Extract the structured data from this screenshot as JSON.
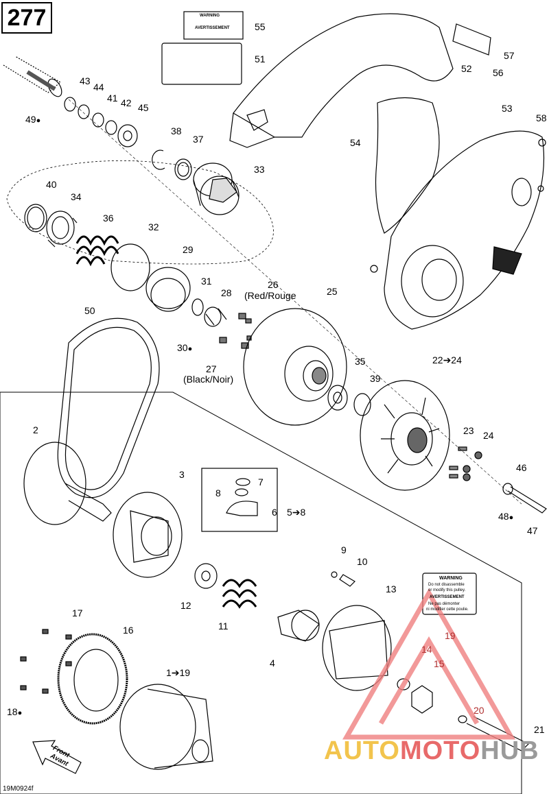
{
  "page_number": "277",
  "drawing_code": "19M0924f",
  "callouts": {
    "c2": "2",
    "c3": "3",
    "c4": "4",
    "c5_8": "5➔8",
    "c6": "6",
    "c7": "7",
    "c8": "8",
    "c9": "9",
    "c10": "10",
    "c11": "11",
    "c12": "12",
    "c13": "13",
    "c14": "14",
    "c15": "15",
    "c16": "16",
    "c17": "17",
    "c18": "18",
    "c1_19": "1➔19",
    "c19": "19",
    "c20": "20",
    "c21": "21",
    "c22_24": "22➔24",
    "c23": "23",
    "c24": "24",
    "c25": "25",
    "c26": "26",
    "c26_sub": "(Red/Rouge",
    "c27": "27",
    "c27_sub": "(Black/Noir)",
    "c28": "28",
    "c29": "29",
    "c30": "30",
    "c31": "31",
    "c32": "32",
    "c33": "33",
    "c34": "34",
    "c35": "35",
    "c36": "36",
    "c37": "37",
    "c38": "38",
    "c39": "39",
    "c40": "40",
    "c41": "41",
    "c42": "42",
    "c43": "43",
    "c44": "44",
    "c45": "45",
    "c46": "46",
    "c47": "47",
    "c48": "48",
    "c49": "49",
    "c50": "50",
    "c51": "51",
    "c52": "52",
    "c53": "53",
    "c54": "54",
    "c55": "55",
    "c56": "56",
    "c57": "57",
    "c58": "58"
  },
  "drop_icon": "●",
  "labels": {
    "warning": "WARNING",
    "avertissement": "AVERTISSEMENT",
    "pulley_warn_1": "Do not disassemble",
    "pulley_warn_2": "or modify this pulley.",
    "pulley_warn_3": "Ne pas démonter",
    "pulley_warn_4": "ni modifier cette poulie."
  },
  "front_arrow": {
    "line1": "Front",
    "line2": "Avant"
  },
  "watermark": {
    "part1": "AUTO",
    "part2": "MOTO",
    "part3": "HUB"
  },
  "colors": {
    "line": "#000000",
    "watermark_yellow": "#f2c44d",
    "watermark_red": "#e86a6a",
    "watermark_gray": "#9a9a9a"
  }
}
